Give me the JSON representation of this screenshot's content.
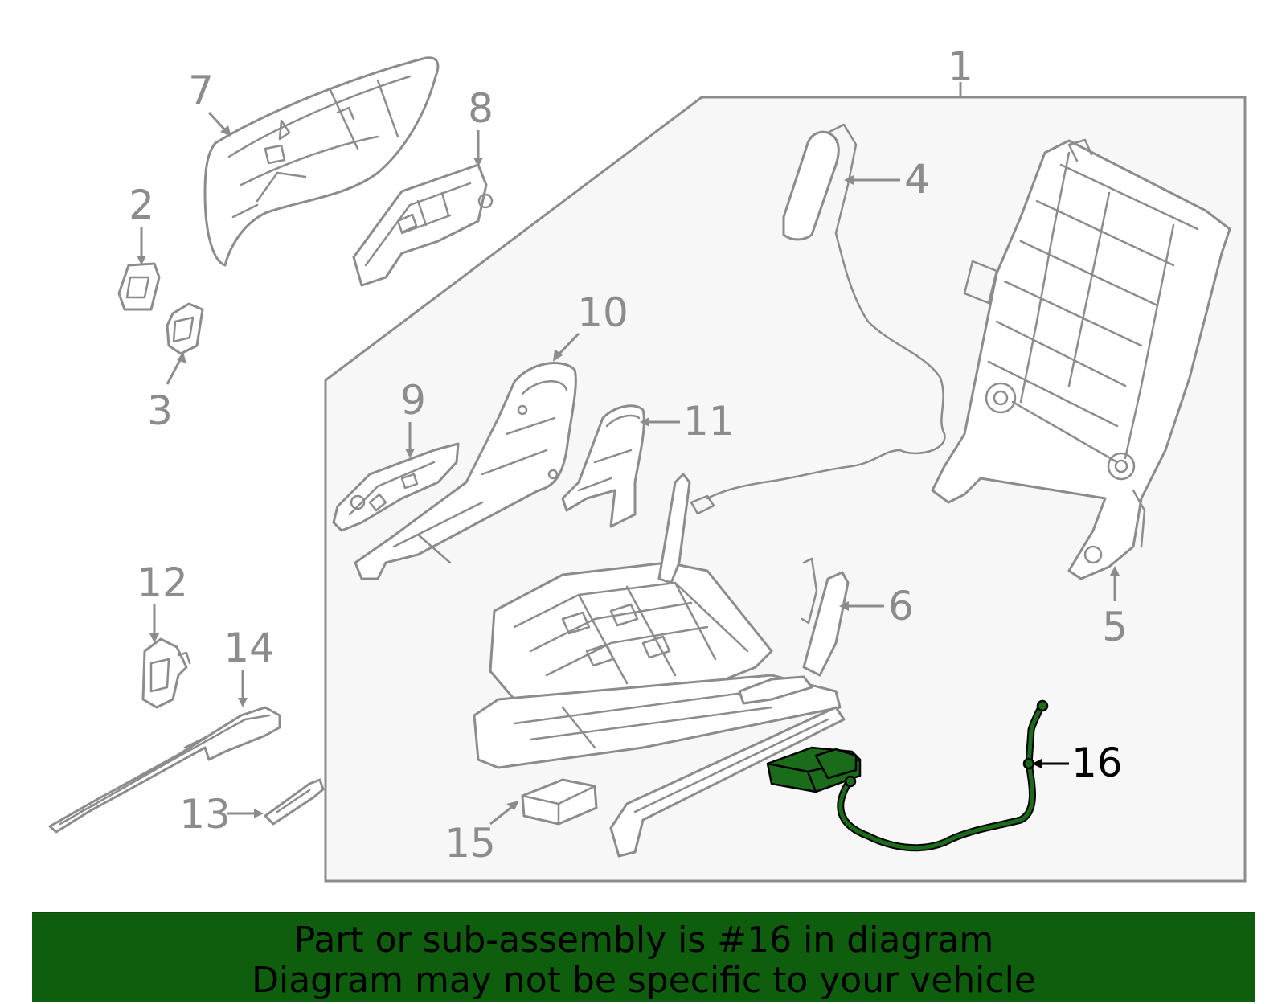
{
  "colors": {
    "background": "#ffffff",
    "part_line": "#8c8c8c",
    "assembly_box_fill": "#f7f7f7",
    "highlight_part": "#1a6b1a",
    "banner": "#0e5e0e",
    "banner_text": "#000000"
  },
  "callouts": {
    "c1": "1",
    "c2": "2",
    "c3": "3",
    "c4": "4",
    "c5": "5",
    "c6": "6",
    "c7": "7",
    "c8": "8",
    "c9": "9",
    "c10": "10",
    "c11": "11",
    "c12": "12",
    "c13": "13",
    "c14": "14",
    "c15": "15",
    "c16": "16"
  },
  "highlighted_part": "16",
  "banner": {
    "line1": "Part or sub-assembly is #16 in diagram",
    "line2": "Diagram may not be specific to your vehicle"
  }
}
